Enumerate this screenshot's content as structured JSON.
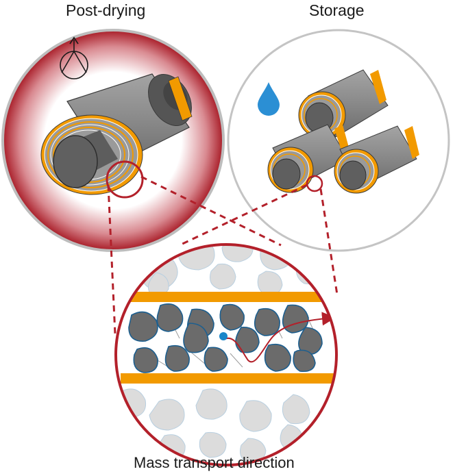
{
  "labels": {
    "left": "Post-drying",
    "right": "Storage",
    "bottom": "Mass transport direction"
  },
  "colors": {
    "accent_red": "#b3202a",
    "electrode_orange": "#f29a00",
    "particle_gray": "#6b6b6b",
    "pore_blue": "#1a86c9",
    "water_blue": "#2b8fd4",
    "roll_gray": "#8a8a8a"
  },
  "icons": {
    "vacuum": "pump-icon",
    "water": "water-drop-icon"
  }
}
